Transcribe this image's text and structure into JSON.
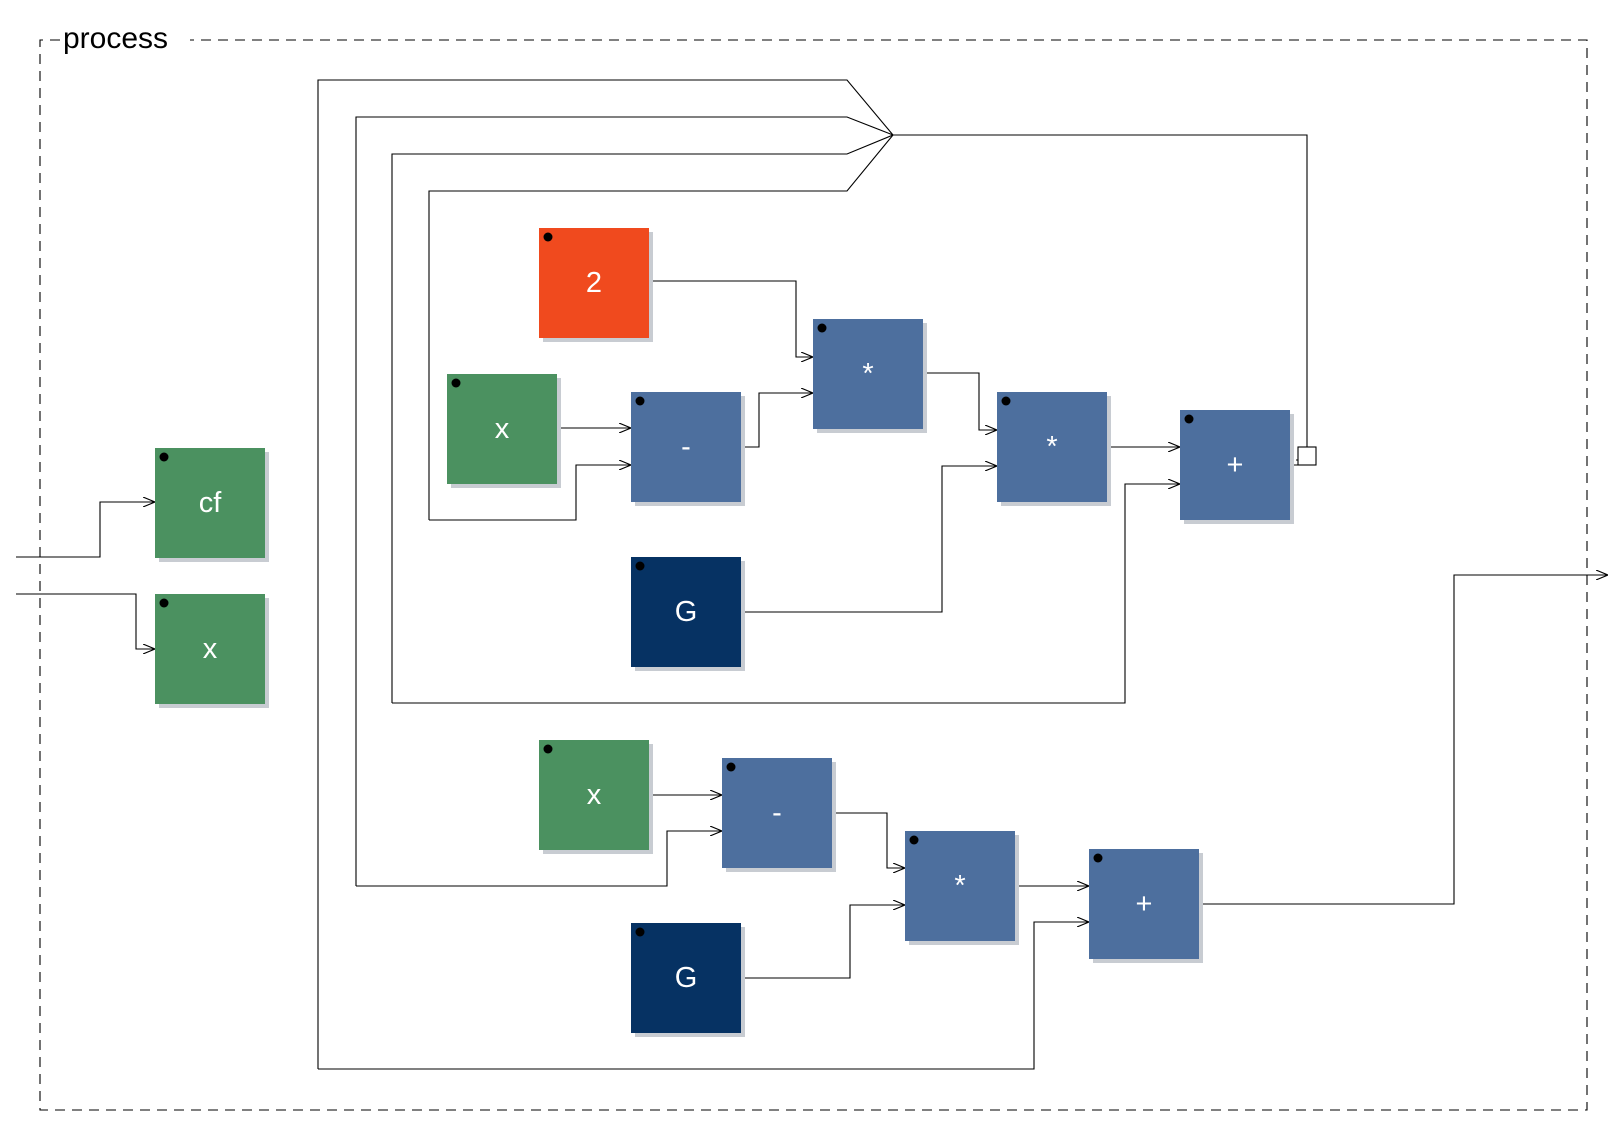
{
  "diagram": {
    "title": "process",
    "blocks": [
      {
        "id": "in_cf",
        "label": "cf",
        "kind": "input"
      },
      {
        "id": "in_x",
        "label": "x",
        "kind": "input"
      },
      {
        "id": "const_2",
        "label": "2",
        "kind": "constant"
      },
      {
        "id": "x_top",
        "label": "x",
        "kind": "input"
      },
      {
        "id": "sub_top",
        "label": "-",
        "kind": "operator"
      },
      {
        "id": "mul_a",
        "label": "*",
        "kind": "operator"
      },
      {
        "id": "G_top",
        "label": "G",
        "kind": "parameter"
      },
      {
        "id": "mul_b",
        "label": "*",
        "kind": "operator"
      },
      {
        "id": "add_top",
        "label": "+",
        "kind": "operator"
      },
      {
        "id": "x_bot",
        "label": "x",
        "kind": "input"
      },
      {
        "id": "sub_bot",
        "label": "-",
        "kind": "operator"
      },
      {
        "id": "G_bot",
        "label": "G",
        "kind": "parameter"
      },
      {
        "id": "mul_bot",
        "label": "*",
        "kind": "operator"
      },
      {
        "id": "add_bot",
        "label": "+",
        "kind": "operator"
      }
    ],
    "colors": {
      "input": "#4b9160",
      "constant": "#f04a1e",
      "operator": "#4d6f9e",
      "parameter": "#063263",
      "frame": "#000000"
    }
  }
}
